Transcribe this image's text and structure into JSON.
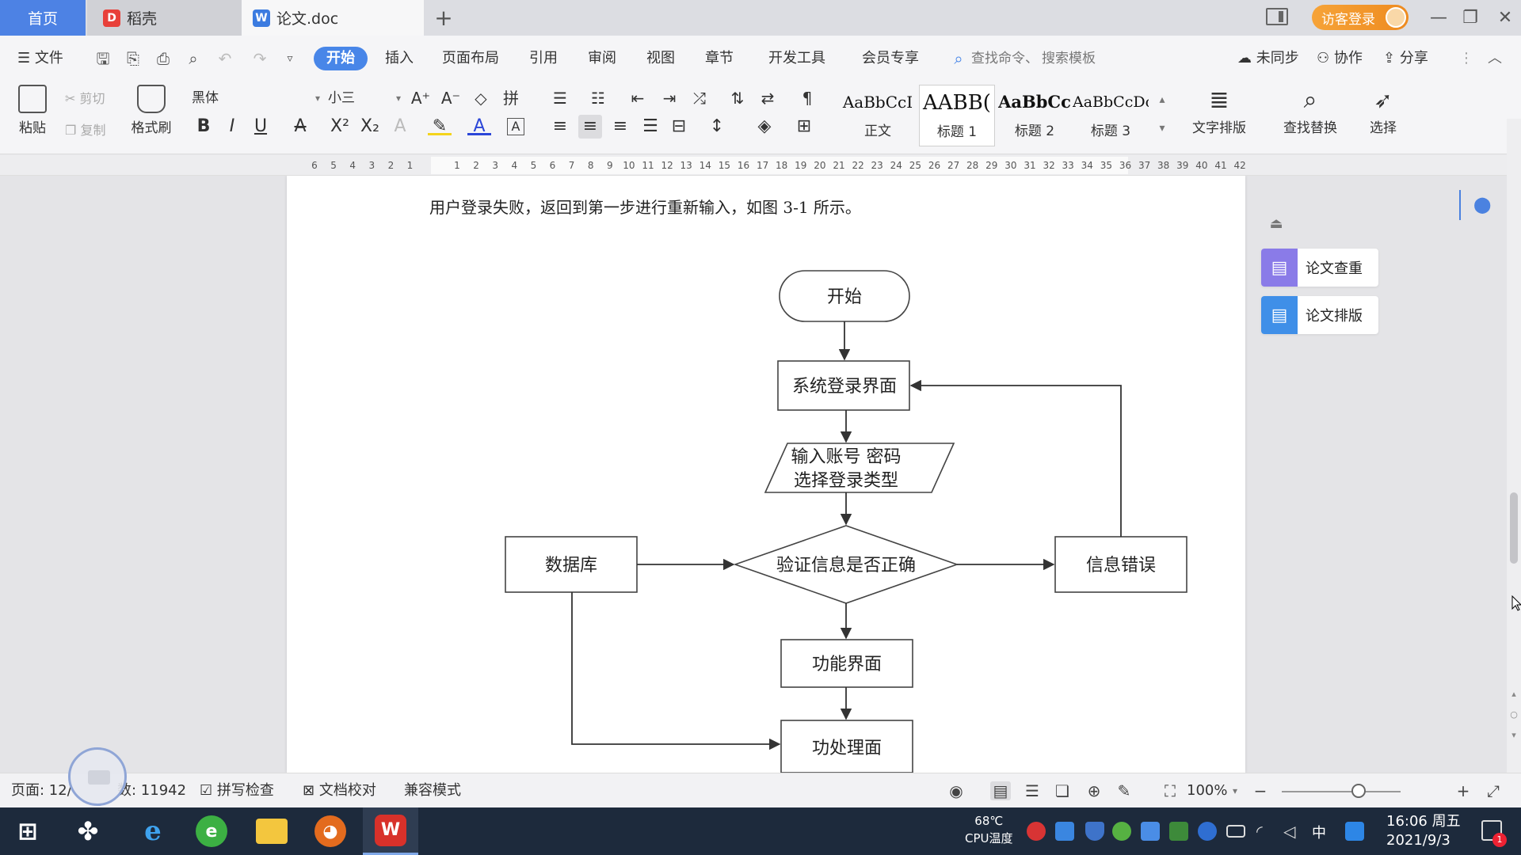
{
  "tabs": {
    "home": "首页",
    "daoke": "稻壳",
    "doc": "论文.doc",
    "add": "+"
  },
  "header": {
    "login": "访客登录",
    "minimize": "—",
    "restore": "❐",
    "close": "✕"
  },
  "menu": {
    "file": "文件",
    "items": [
      "开始",
      "插入",
      "页面布局",
      "引用",
      "审阅",
      "视图",
      "章节",
      "开发工具",
      "会员专享"
    ],
    "search_cmd": "查找命令、",
    "search_tpl": "搜索模板",
    "sync": "未同步",
    "collab": "协作",
    "share": "分享"
  },
  "ribbon": {
    "paste": "粘贴",
    "cut": "剪切",
    "copy": "复制",
    "format_painter": "格式刷",
    "font_name": "黑体",
    "font_size": "小三",
    "styles": [
      {
        "sample": "AaBbCcI",
        "name": "正文"
      },
      {
        "sample": "AABB(",
        "name": "标题 1"
      },
      {
        "sample": "AaBbCc",
        "name": "标题 2"
      },
      {
        "sample": "AaBbCcDc",
        "name": "标题 3"
      }
    ],
    "text_layout": "文字排版",
    "find_replace": "查找替换",
    "select": "选择"
  },
  "ruler": {
    "left_ticks": [
      "6",
      "5",
      "4",
      "3",
      "2",
      "1"
    ],
    "right_ticks": [
      "1",
      "2",
      "3",
      "4",
      "5",
      "6",
      "7",
      "8",
      "9",
      "10",
      "11",
      "12",
      "13",
      "14",
      "15",
      "16",
      "17",
      "18",
      "19",
      "20",
      "21",
      "22",
      "23",
      "24",
      "25",
      "26",
      "27",
      "28",
      "29",
      "30",
      "31",
      "32",
      "33",
      "34",
      "35",
      "36",
      "37",
      "38",
      "39",
      "40",
      "41",
      "42"
    ]
  },
  "document": {
    "paragraph": "用户登录失败，返回到第一步进行重新输入，如图 3-1 所示。",
    "flowchart": {
      "start": "开始",
      "login_ui": "系统登录界面",
      "input_line1": "输入账号 密码",
      "input_line2": "选择登录类型",
      "verify": "验证信息是否正确",
      "database": "数据库",
      "error": "信息错误",
      "function_ui": "功能界面",
      "process_ui": "功处理面"
    }
  },
  "side_panel": {
    "check": "论文查重",
    "format": "论文排版"
  },
  "statusbar": {
    "page": "页面: 12/",
    "words": "数: 11942",
    "spell": "拼写检查",
    "proofread": "文档校对",
    "compat": "兼容模式",
    "zoom": "100%"
  },
  "taskbar": {
    "temp": "68℃",
    "cpu": "CPU温度",
    "ime": "中",
    "time": "16:06 周五",
    "date": "2021/9/3",
    "notify_count": "1"
  },
  "colors": {
    "accent": "#4886e8",
    "login": "#f39a2c",
    "check_icon": "#8a7be8",
    "format_icon": "#3f8fe8",
    "taskbar": "#1d2a3c"
  }
}
